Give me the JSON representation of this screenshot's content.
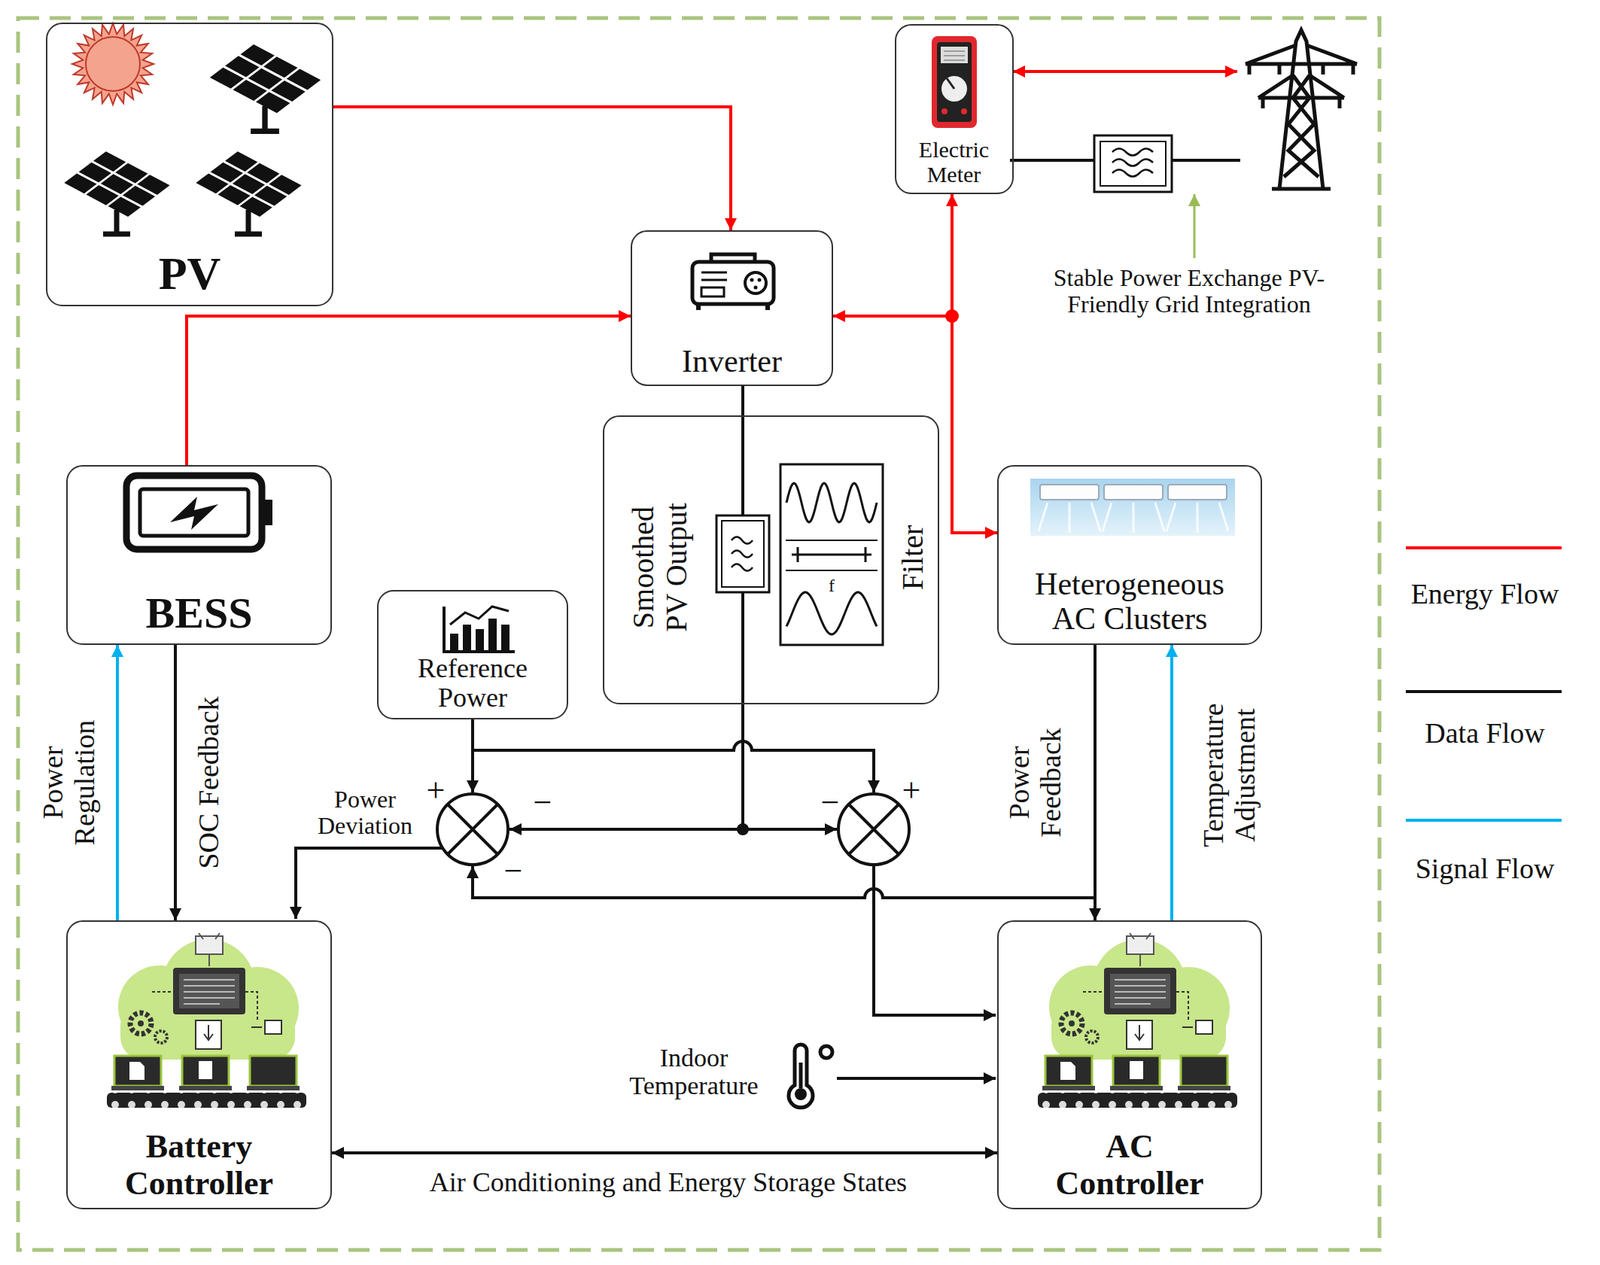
{
  "diagram": {
    "nodes": [
      {
        "text": [
          "PV"
        ]
      },
      {
        "text": [
          "Electric Meter"
        ]
      },
      {
        "text": [
          "Inverter"
        ]
      },
      {
        "text": [
          "Smoothed PV Output",
          "Filter"
        ]
      },
      {
        "text": [
          "BESS"
        ]
      },
      {
        "text": [
          "Reference Power"
        ]
      },
      {
        "text": [
          "Heterogeneous AC Clusters"
        ]
      },
      {
        "text": [
          "Battery Controller"
        ]
      },
      {
        "text": [
          "AC Controller"
        ]
      }
    ],
    "edges": [
      {
        "from": 0,
        "to": 2,
        "arrow": "to"
      },
      {
        "from": 4,
        "to": 2,
        "arrow": "to"
      },
      {
        "from": 2,
        "to": 1,
        "arrow": "both"
      },
      {
        "from": 1,
        "to": 6,
        "arrow": "to"
      },
      {
        "from": 4,
        "to": 7,
        "label": "SOC Feedback",
        "arrow": "to"
      },
      {
        "from": 7,
        "to": 4,
        "label": "Power Regulation",
        "arrow": "to"
      },
      {
        "from": 6,
        "to": 8,
        "label": "Power Feedback",
        "arrow": "to"
      },
      {
        "from": 8,
        "to": 6,
        "label": "Temperature Adjustment",
        "arrow": "to"
      },
      {
        "from": 7,
        "to": 8,
        "label": "Air Conditioning and Energy Storage States",
        "arrow": "both"
      },
      {
        "from": 2,
        "to": 3,
        "arrow": "none"
      }
    ],
    "labels": [
      "Stable Power Exchange PV-Friendly Grid Integration",
      "f",
      "+",
      "−",
      "−",
      "Power Deviation",
      "−",
      "+",
      "Indoor Temperature"
    ],
    "legend": [
      {
        "text": "Energy Flow"
      },
      {
        "text": "Data Flow"
      },
      {
        "text": "Signal Flow"
      }
    ]
  }
}
